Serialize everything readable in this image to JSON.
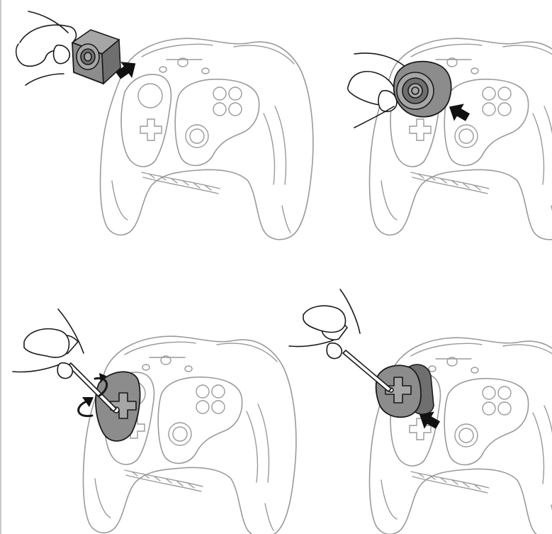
{
  "figure": {
    "steps": [
      {
        "icon": "remove-analog-stick-module",
        "arrow_direction": "in"
      },
      {
        "icon": "install-analog-stick-module",
        "arrow_direction": "in"
      },
      {
        "icon": "unscrew-dpad-module",
        "rotation": "counter-clockwise"
      },
      {
        "icon": "install-dpad-module",
        "arrow_direction": "in"
      }
    ],
    "colors": {
      "controller_outline": "#9a9a9a",
      "hand_outline": "#1a1a1a",
      "module_fill": "#8c8c8c",
      "arrow_fill": "#111111"
    }
  }
}
